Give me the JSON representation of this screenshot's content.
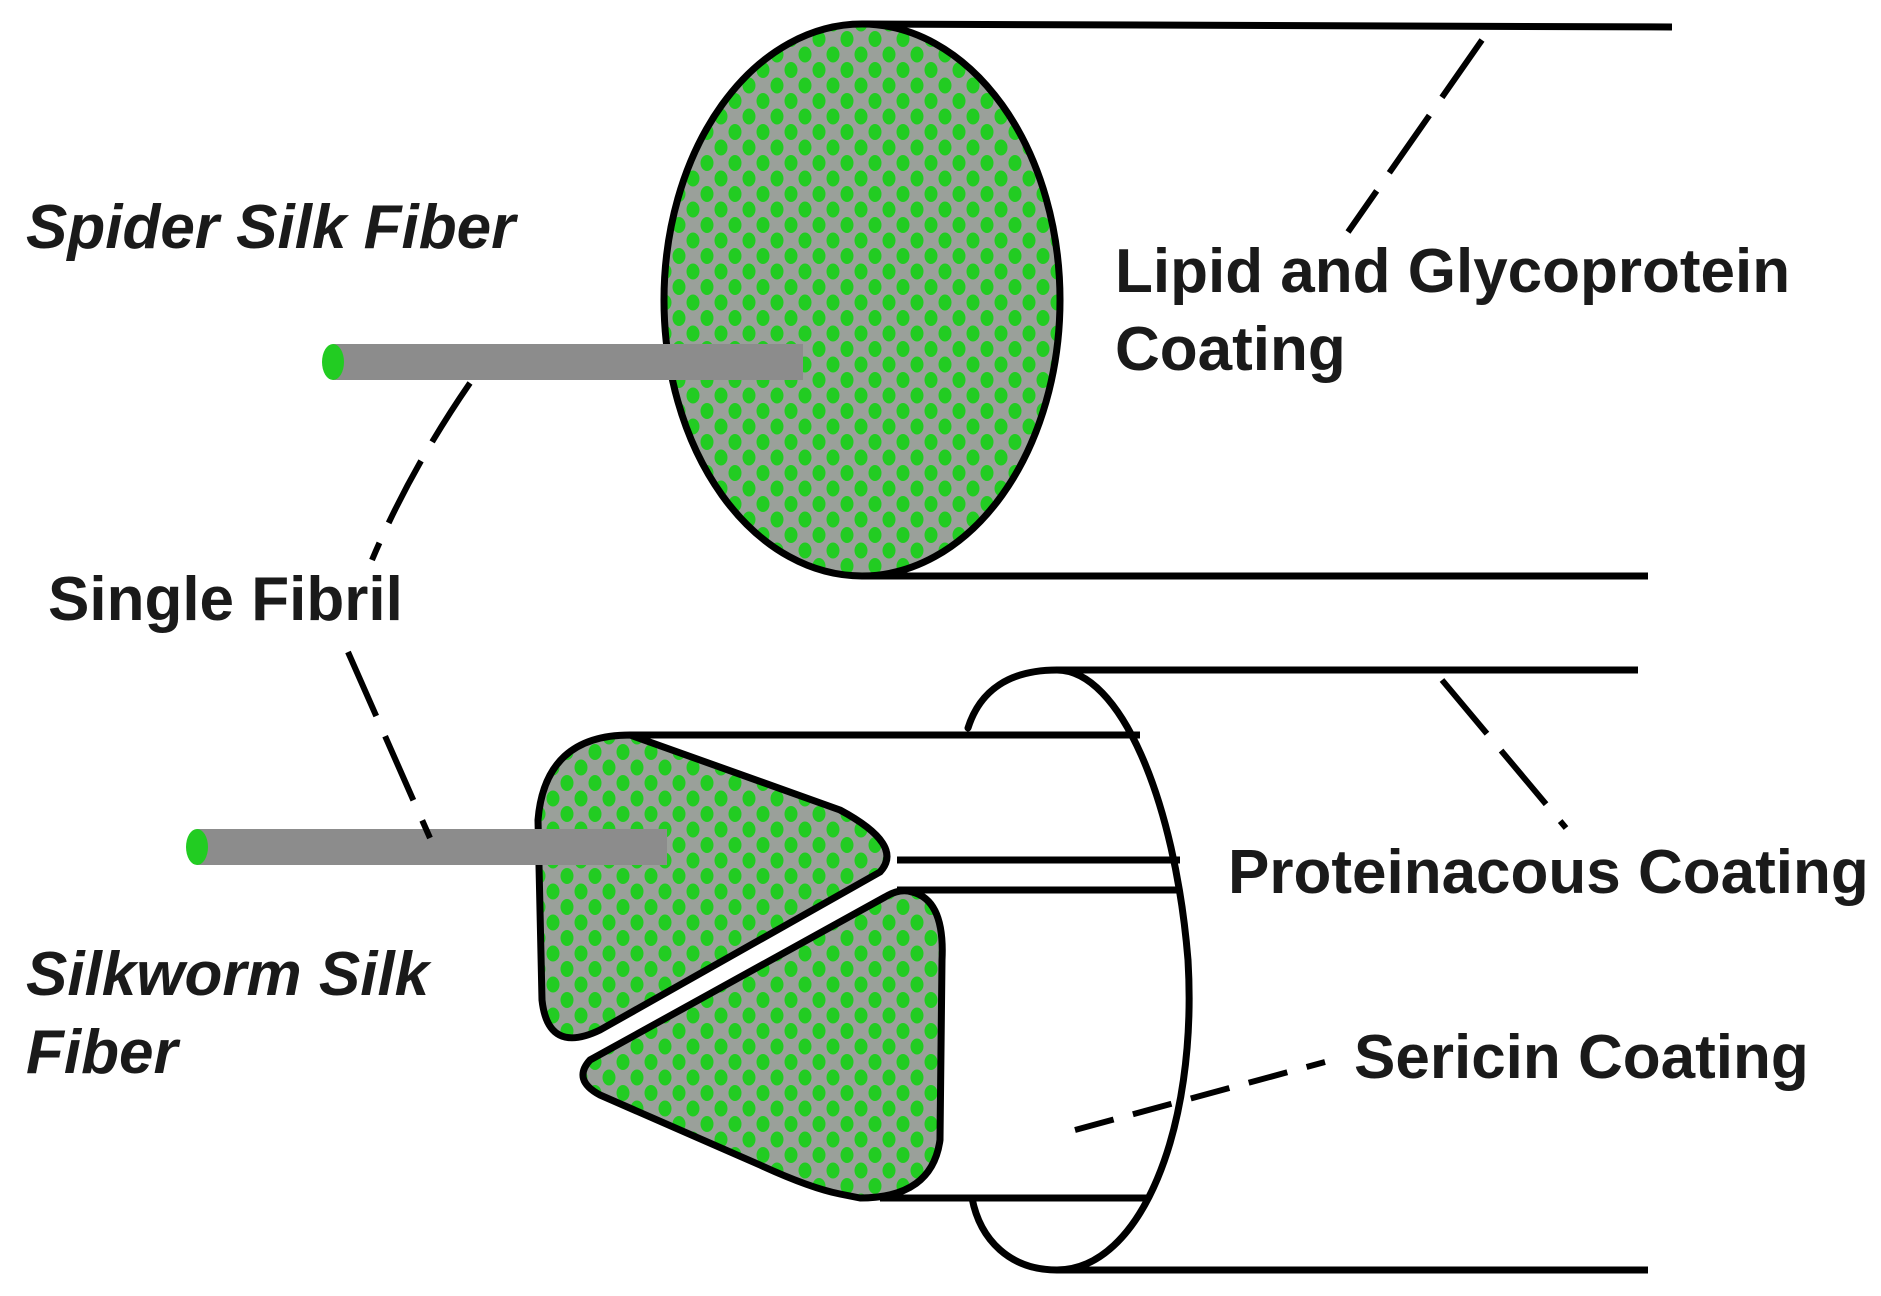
{
  "labels": {
    "spider_silk_fiber": "Spider Silk Fiber",
    "lipid_coating_line1": "Lipid and Glycoprotein",
    "lipid_coating_line2": "Coating",
    "single_fibril": "Single Fibril",
    "proteinacous_coating": "Proteinacous Coating",
    "silkworm_line1": "Silkworm Silk",
    "silkworm_line2": "Fiber",
    "sericin_coating": "Sericin Coating"
  },
  "colors": {
    "fibril_green": "#22cc22",
    "fibril_gap": "#9aa09a",
    "rod_gray": "#8c8c8c",
    "outline": "#000000",
    "text": "#1a1a1a"
  }
}
